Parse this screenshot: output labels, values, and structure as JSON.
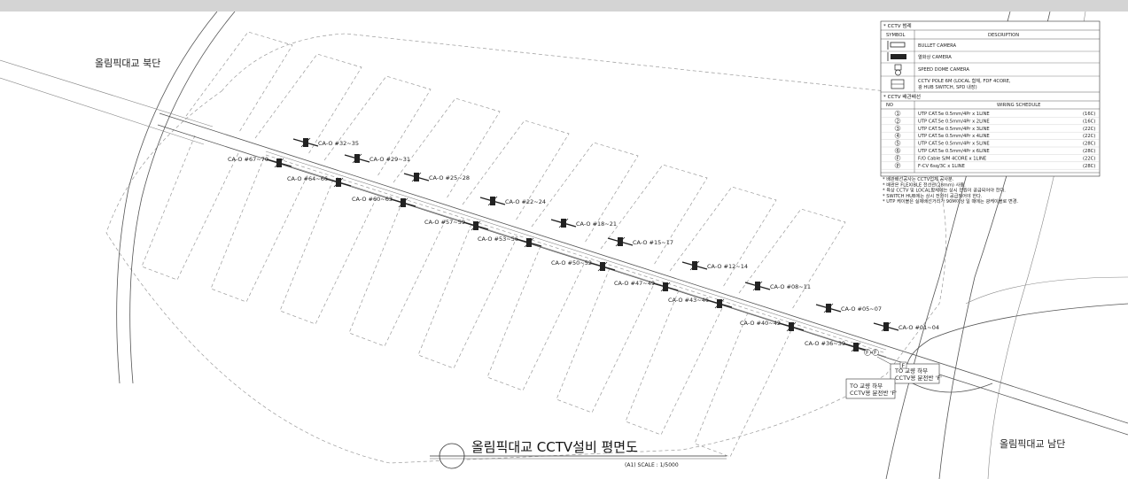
{
  "places": {
    "north": "올림픽대교 북단",
    "south": "올림픽대교 남단"
  },
  "title": {
    "main": "올림픽대교 CCTV설비 평면도",
    "scale": "(A1) SCALE : 1/5000"
  },
  "cameras_top": [
    "CA-O #32~35",
    "CA-O #29~31",
    "CA-O #25~28",
    "CA-O #22~24",
    "CA-O #18~21",
    "CA-O #15~17",
    "CA-O #12~14",
    "CA-O #08~11",
    "CA-O #05~07",
    "CA-O #01~04"
  ],
  "cameras_bottom": [
    "CA-O #67~70",
    "CA-O #64~66",
    "CA-O #60~63",
    "CA-O #57~59",
    "CA-O #53~56",
    "CA-O #50~52",
    "CA-O #47~49",
    "CA-O #43~46",
    "CA-O #40~42",
    "CA-O #36~39"
  ],
  "callouts": {
    "right": [
      "TO 교량 하부",
      "CCTV용 분전반 'F'"
    ],
    "left": [
      "TO 교량 하부",
      "CCTV용 분전반 'F'"
    ],
    "tags": [
      "F",
      "F",
      "F"
    ]
  },
  "legend": {
    "symbol_header": "* CCTV 범례",
    "col_symbol": "SYMBOL",
    "col_description": "DESCRIPTION",
    "symbols": [
      {
        "icon": "bullet-camera-icon",
        "desc": "BULLET CAMERA"
      },
      {
        "icon": "thermal-camera-icon",
        "desc": "열화상 CAMERA"
      },
      {
        "icon": "speed-dome-camera-icon",
        "desc": "SPEED DOME CAMERA"
      },
      {
        "icon": "cctv-pole-icon",
        "desc": "CCTV POLE 6M (LOCAL 함체, FDF 4CORE,",
        "desc2": "광 HUB SWITCH, SPD 내장)"
      }
    ],
    "wiring_header": "* CCTV 배관배선",
    "col_no": "NO",
    "col_schedule": "WIRING SCHEDULE",
    "wiring": [
      {
        "no": "1",
        "spec": "UTP CAT.5e 0.5mm/4Pr x 1LINE",
        "conduit": "(16C)"
      },
      {
        "no": "2",
        "spec": "UTP CAT.5e 0.5mm/4Pr x 2LINE",
        "conduit": "(16C)"
      },
      {
        "no": "3",
        "spec": "UTP CAT.5e 0.5mm/4Pr x 3LINE",
        "conduit": "(22C)"
      },
      {
        "no": "4",
        "spec": "UTP CAT.5e 0.5mm/4Pr x 4LINE",
        "conduit": "(22C)"
      },
      {
        "no": "5",
        "spec": "UTP CAT.5e 0.5mm/4Pr x 5LINE",
        "conduit": "(28C)"
      },
      {
        "no": "6",
        "spec": "UTP CAT.5e 0.5mm/4Pr x 6LINE",
        "conduit": "(28C)"
      },
      {
        "no": "F",
        "spec": "F/O Cable S/M 4CORE x 1LINE",
        "conduit": "(22C)"
      },
      {
        "no": "P",
        "spec": "F-CV 6sq/3C x 1LINE",
        "conduit": "(28C)"
      }
    ],
    "notes": [
      "* 배관배선공사는 CCTV업체 공사분.",
      "* 배관은 FLEXIBLE 전선관(28mm) 사용.",
      "* 육상 CCTV 및 LOCAL함체에는 상시 전원이 공급되어야 한다.",
      "* SWITCH HUB에는 상시 전원이 공급되어야 한다.",
      "* UTP 케이블은 실제배선거리가 90M이상 일 때에는 광케이블로 변경."
    ]
  }
}
